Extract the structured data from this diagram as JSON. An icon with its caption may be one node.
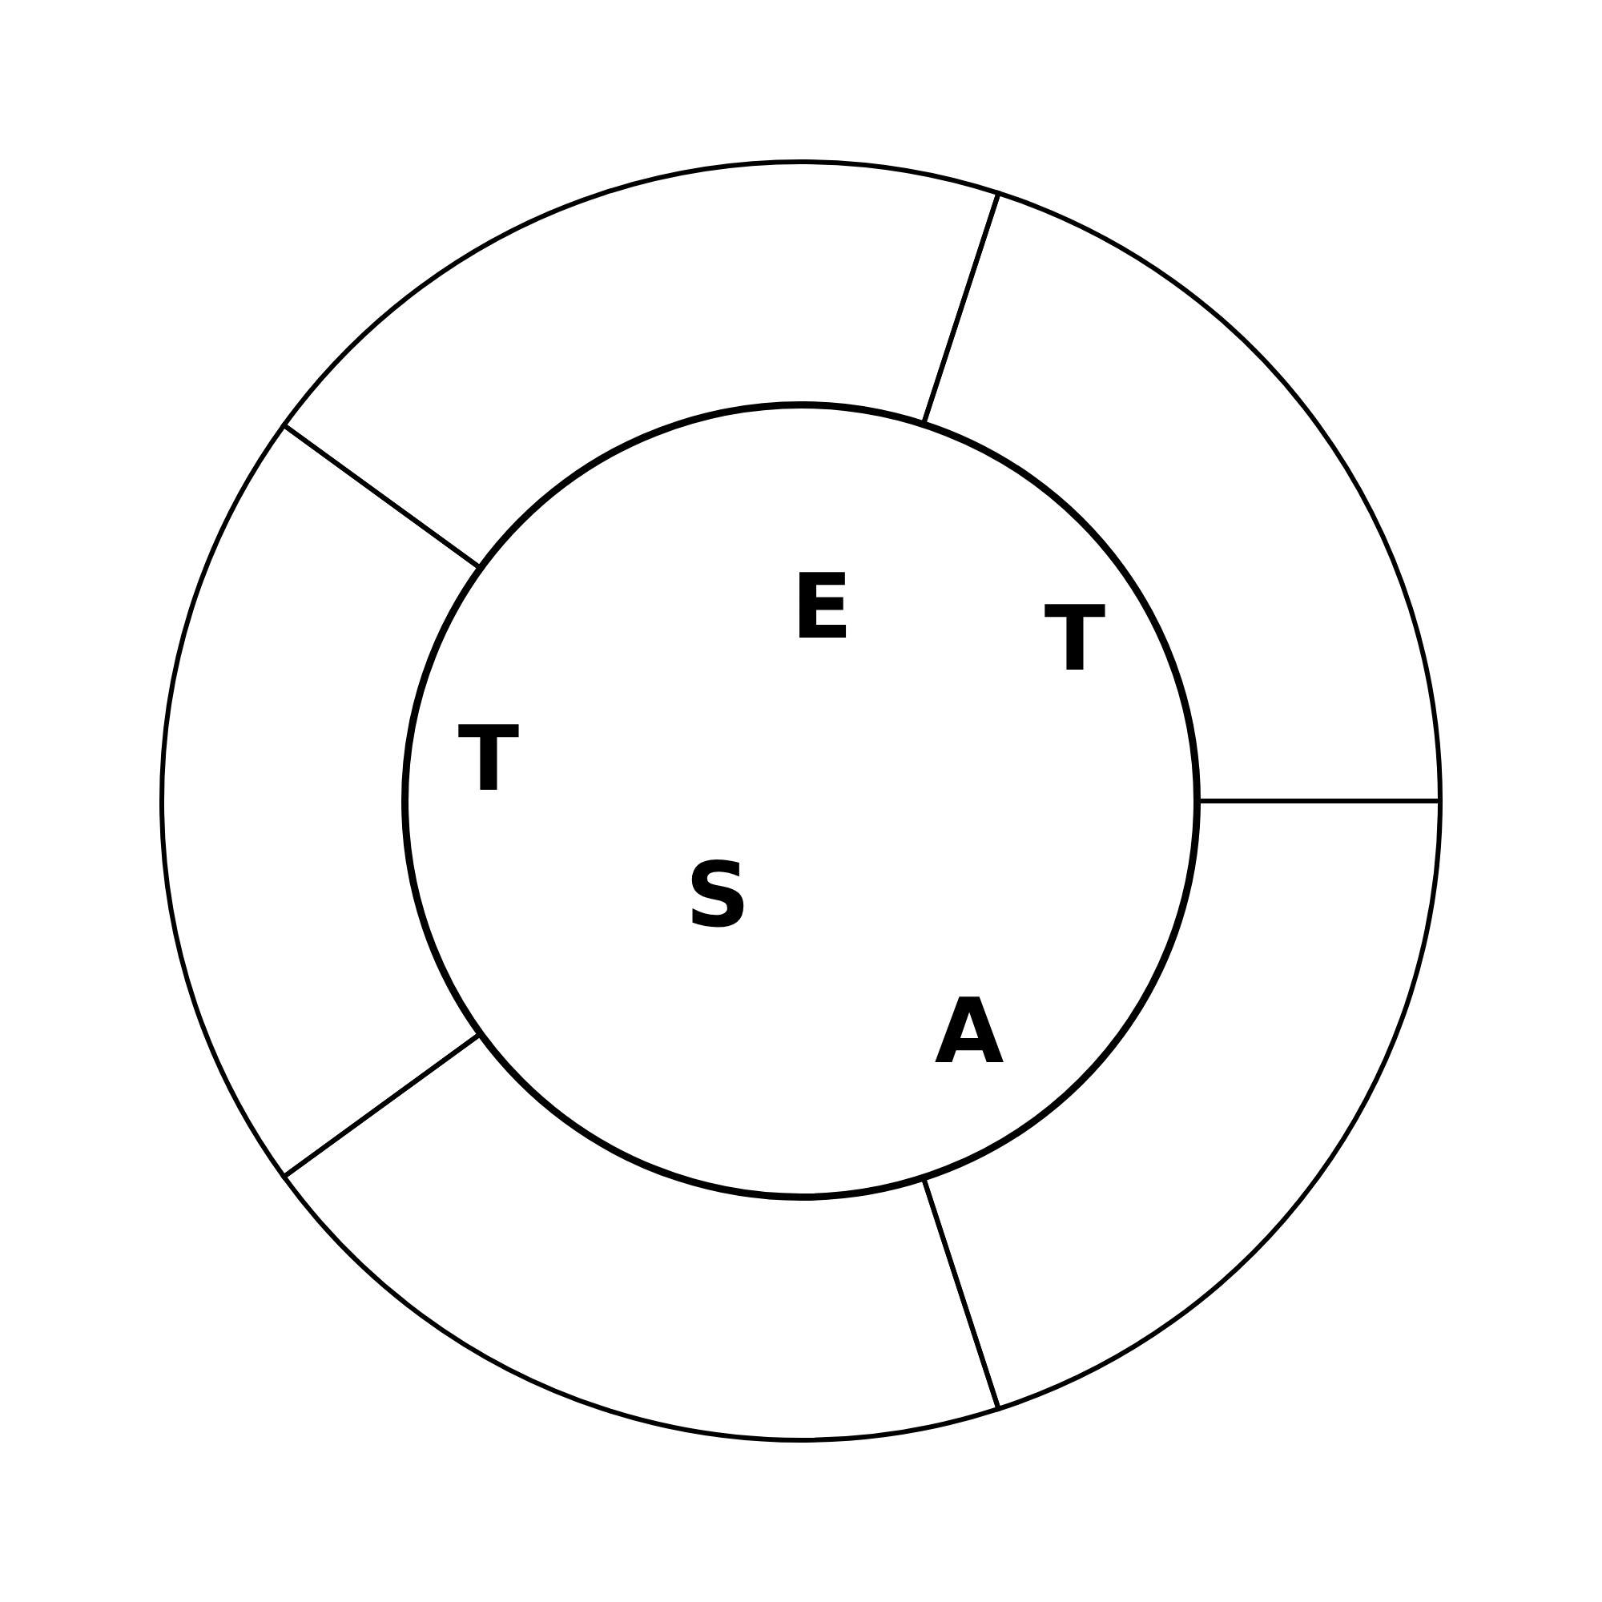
{
  "diagram": {
    "nodes": [
      {
        "text": [
          "E",
          "T",
          "T",
          "S",
          "A"
        ]
      }
    ]
  }
}
